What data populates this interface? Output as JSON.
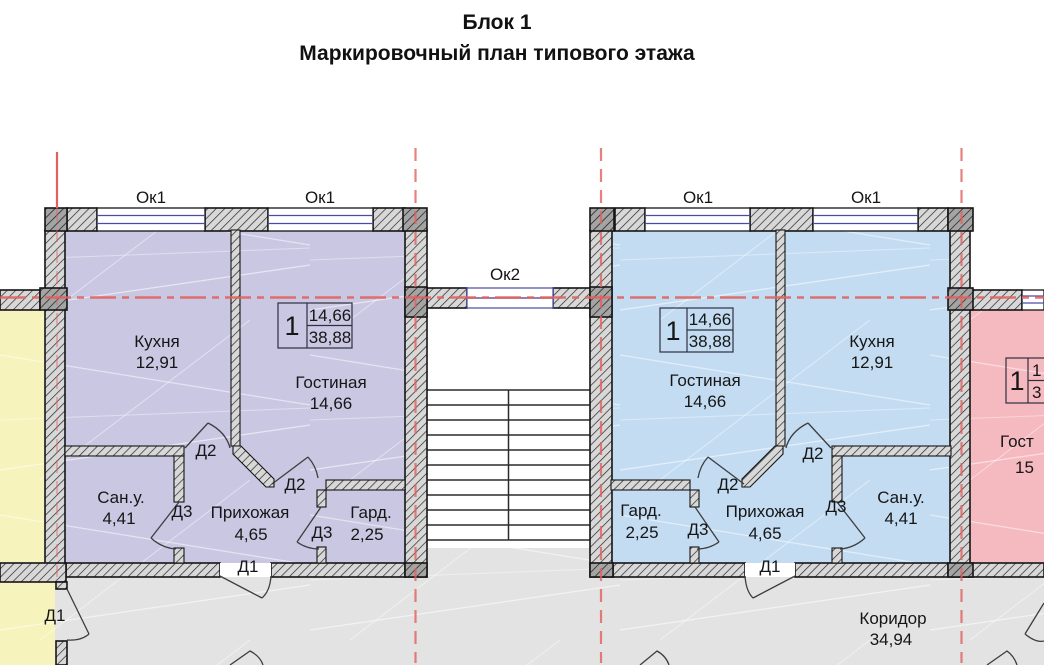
{
  "title": {
    "line1": "Блок 1",
    "line2": "Маркировочный план типового этажа"
  },
  "window_labels": {
    "ok1": "Ок1",
    "ok2": "Ок2"
  },
  "door_labels": {
    "d1": "Д1",
    "d2": "Д2",
    "d3": "Д3"
  },
  "apartment_left": {
    "stamp": {
      "number": "1",
      "living_area": "14,66",
      "total_area": "38,88"
    },
    "kitchen": {
      "name": "Кухня",
      "area": "12,91"
    },
    "living": {
      "name": "Гостиная",
      "area": "14,66"
    },
    "bathroom": {
      "name": "Сан.у.",
      "area": "4,41"
    },
    "hallway": {
      "name": "Прихожая",
      "area": "4,65"
    },
    "wardrobe": {
      "name": "Гард.",
      "area": "2,25"
    }
  },
  "apartment_right": {
    "stamp": {
      "number": "1",
      "living_area": "14,66",
      "total_area": "38,88"
    },
    "kitchen": {
      "name": "Кухня",
      "area": "12,91"
    },
    "living": {
      "name": "Гостиная",
      "area": "14,66"
    },
    "bathroom": {
      "name": "Сан.у.",
      "area": "4,41"
    },
    "hallway": {
      "name": "Прихожая",
      "area": "4,65"
    },
    "wardrobe": {
      "name": "Гард.",
      "area": "2,25"
    }
  },
  "corridor": {
    "name": "Коридор",
    "area": "34,94"
  },
  "far_right_apartment_partial": {
    "stamp_number": "1",
    "stamp_top_partial": "1",
    "stamp_bottom_partial": "3",
    "room_name_partial": "Гост",
    "room_area_partial": "15"
  },
  "colors": {
    "left_fill": "#cac7e2",
    "right_fill": "#c3dcf2",
    "far_left_fill": "#f6f3bd",
    "far_right_fill": "#f5b9c0",
    "corridor_fill": "#e3e3e3",
    "axis_red": "#e0625e",
    "window_blue": "#4a4aa8"
  }
}
